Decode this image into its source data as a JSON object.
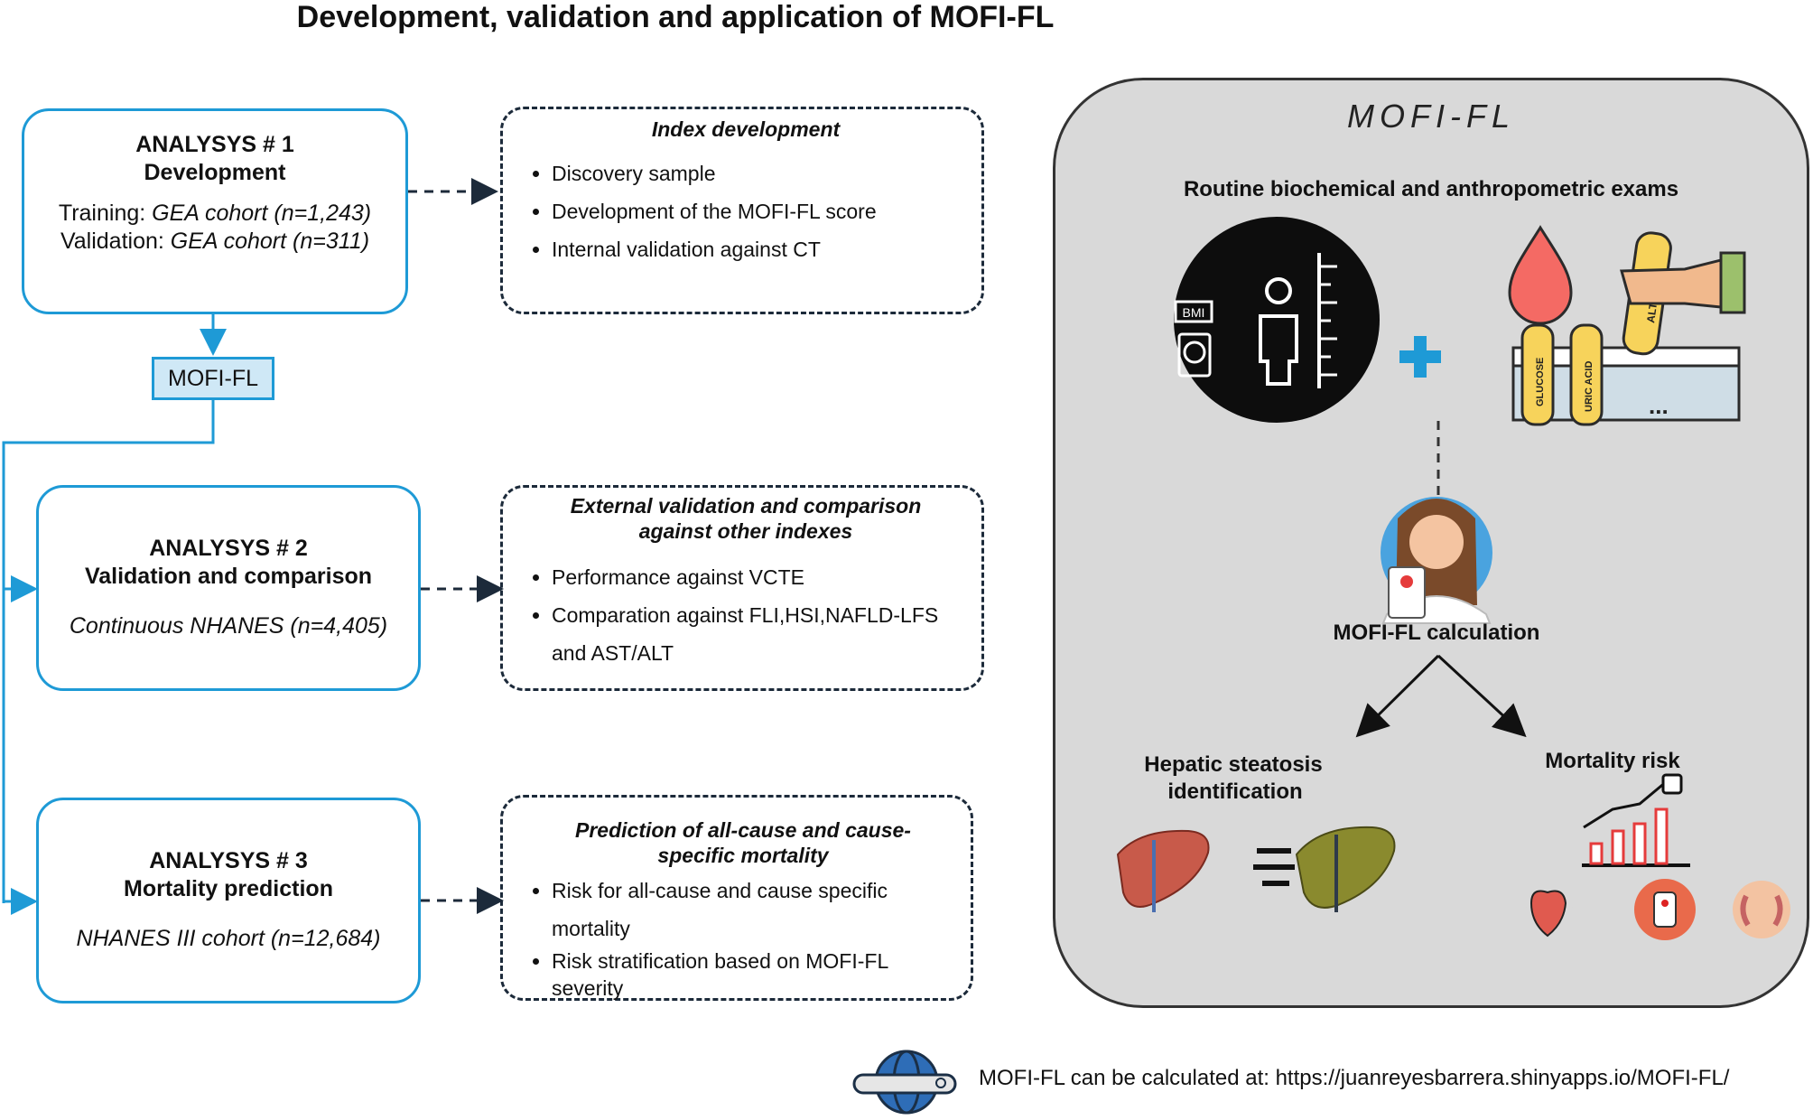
{
  "title": "Development, validation and application of MOFI-FL",
  "analyses": [
    {
      "heading": "ANALYSYS # 1",
      "subheading": "Development",
      "lines": [
        {
          "plain": "Training: ",
          "italic": "GEA cohort (n=1,243)"
        },
        {
          "plain": "Validation: ",
          "italic": "GEA cohort (n=311)"
        }
      ]
    },
    {
      "heading": "ANALYSYS # 2",
      "subheading": "Validation and comparison",
      "lines": [
        {
          "plain": "",
          "italic": "Continuous NHANES (n=4,405)"
        }
      ]
    },
    {
      "heading": "ANALYSYS # 3",
      "subheading": "Mortality prediction",
      "lines": [
        {
          "plain": "",
          "italic": "NHANES III cohort (n=12,684)"
        }
      ]
    }
  ],
  "mofi_chip": "MOFI-FL",
  "details": [
    {
      "heading_lines": [
        "Index development"
      ],
      "bullets": [
        "Discovery sample",
        "Development of the MOFI-FL score",
        "Internal validation against CT"
      ]
    },
    {
      "heading_lines": [
        "External validation and comparison",
        "against other indexes"
      ],
      "bullets": [
        "Performance against  VCTE",
        "Comparation  against  FLI,HSI,NAFLD-LFS and AST/ALT"
      ]
    },
    {
      "heading_lines": [
        "Prediction of all-cause  and cause-",
        "specific mortality"
      ],
      "bullets": [
        "Risk for all-cause and cause specific mortality",
        "Risk stratification based on MOFI-FL severity"
      ]
    }
  ],
  "panel": {
    "title": "MOFI-FL",
    "exams_label": "Routine biochemical and anthropometric exams",
    "bmi_label": "BMI",
    "tube_labels": [
      "GLUCOSE",
      "URIC ACID",
      "ALT"
    ],
    "ellipsis": "...",
    "calc_label": "MOFI-FL  calculation",
    "steatosis_label_lines": [
      "Hepatic steatosis",
      "identification"
    ],
    "mortality_label": "Mortality risk"
  },
  "footer": {
    "url_text": "MOFI-FL can be calculated at: https://juanreyesbarrera.shinyapps.io/MOFI-FL/"
  },
  "colors": {
    "accent_blue": "#1e9ad6",
    "chip_fill": "#cfe8f6",
    "panel_fill": "#d9d9d9",
    "dark": "#1c2a3a"
  }
}
